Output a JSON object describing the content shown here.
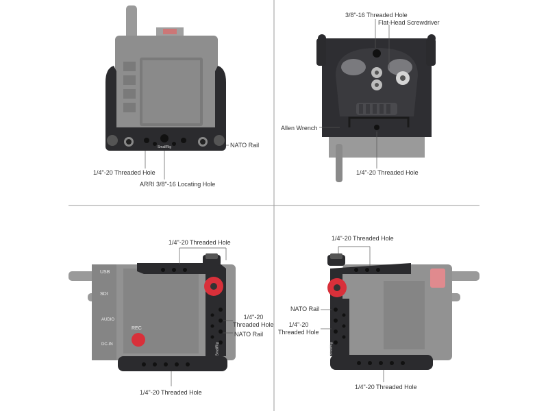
{
  "panels": {
    "top_left": {
      "nato_rail": "NATO Rail",
      "threaded_hole": "1/4\"-20 Threaded Hole",
      "arri_hole": "ARRI 3/8\"-16 Locating Hole",
      "brand": "SmallRig"
    },
    "top_right": {
      "threaded_hole_38": "3/8\"-16 Threaded Hole",
      "screwdriver": "Flat-Head Screwdriver",
      "allen_wrench": "Allen Wrench",
      "threaded_hole": "1/4\"-20 Threaded Hole"
    },
    "bottom_left": {
      "threaded_hole_top": "1/4\"-20 Threaded Hole",
      "threaded_hole_side_1": "1/4\"-20",
      "threaded_hole_side_2": "Threaded Hole",
      "nato_rail": "NATO Rail",
      "threaded_hole_bottom": "1/4\"-20 Threaded Hole",
      "port_usb": "USB",
      "port_sdi": "SDI",
      "port_audio": "AUDIO",
      "port_rec": "REC",
      "port_dcin": "DC-IN",
      "brand": "SmallRig"
    },
    "bottom_right": {
      "threaded_hole_top": "1/4\"-20 Threaded Hole",
      "nato_rail": "NATO Rail",
      "threaded_hole_side_1": "1/4\"-20",
      "threaded_hole_side_2": "Threaded Hole",
      "threaded_hole_bottom": "1/4\"-20 Threaded Hole",
      "brand": "SmallRig"
    }
  },
  "colors": {
    "cage": "#2b2b2e",
    "camera": "#8c8c8c",
    "accent_red": "#d8303a",
    "divider": "#9a9a9a"
  }
}
